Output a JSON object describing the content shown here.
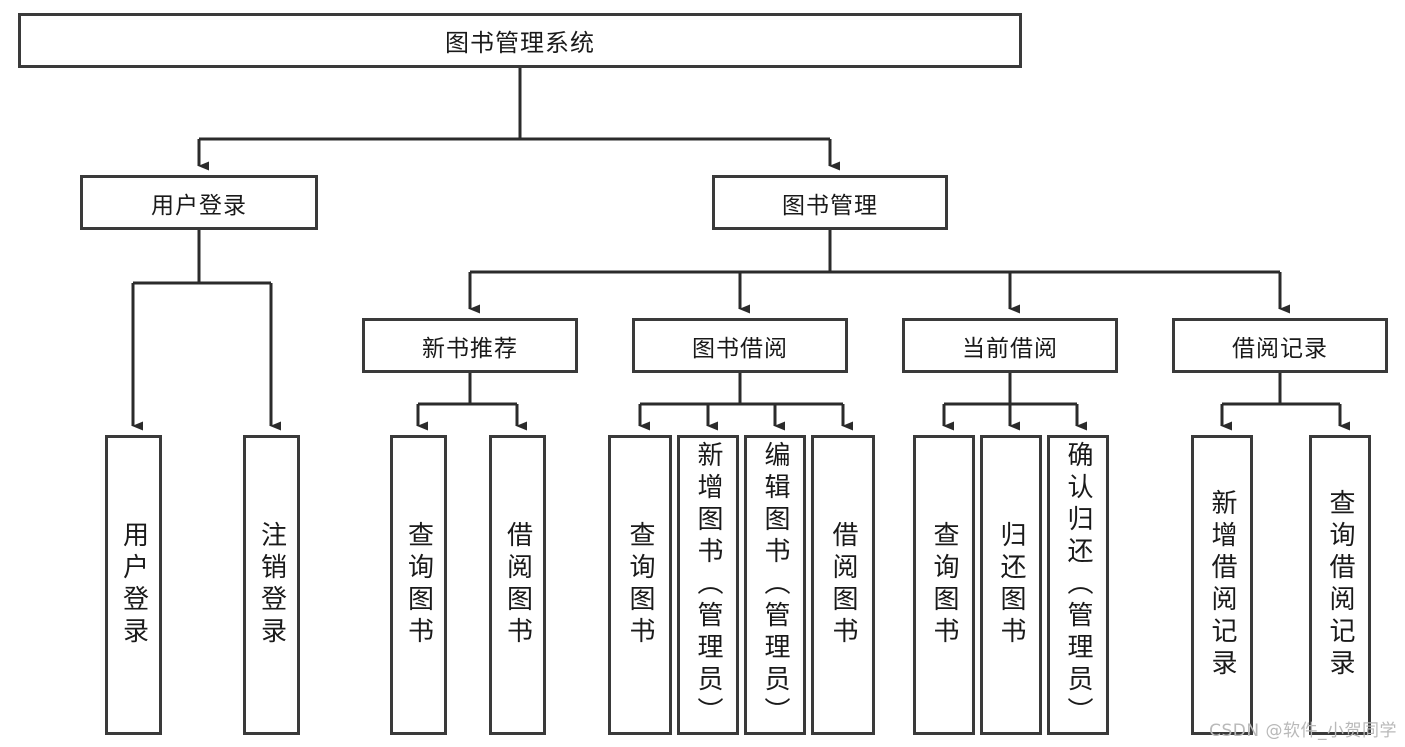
{
  "diagram": {
    "title": "图书管理系统",
    "type": "hierarchy-tree",
    "colors": {
      "box_border": "#3a3a3a",
      "box_fill": "#ffffff",
      "edge": "#2b2b2b",
      "text": "#1a1a1a",
      "watermark": "#b9b9b9"
    },
    "root": {
      "label": "图书管理系统"
    },
    "level2": [
      {
        "label": "用户登录"
      },
      {
        "label": "图书管理"
      }
    ],
    "level3": [
      {
        "label": "新书推荐"
      },
      {
        "label": "图书借阅"
      },
      {
        "label": "当前借阅"
      },
      {
        "label": "借阅记录"
      }
    ],
    "leaves": {
      "user_login": [
        {
          "label": "用户登录"
        },
        {
          "label": "注销登录"
        }
      ],
      "new_book_recommend": [
        {
          "label": "查询图书"
        },
        {
          "label": "借阅图书"
        }
      ],
      "book_borrow": [
        {
          "label": "查询图书"
        },
        {
          "label": "新增图书（管理员）"
        },
        {
          "label": "编辑图书（管理员）"
        },
        {
          "label": "借阅图书"
        }
      ],
      "current_borrow": [
        {
          "label": "查询图书"
        },
        {
          "label": "归还图书"
        },
        {
          "label": "确认归还（管理员）"
        }
      ],
      "borrow_record": [
        {
          "label": "新增借阅记录"
        },
        {
          "label": "查询借阅记录"
        }
      ]
    }
  },
  "watermark": {
    "text": "CSDN @软件_小贺同学"
  }
}
